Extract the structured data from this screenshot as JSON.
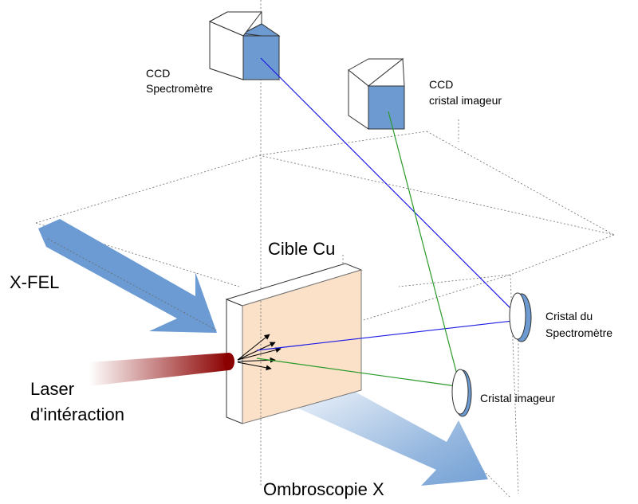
{
  "labels": {
    "ccd_spectrometre": [
      "CCD",
      "Spectromètre"
    ],
    "ccd_cristal_imageur": [
      "CCD",
      "cristal imageur"
    ],
    "cible": "Cible Cu",
    "xfel": "X-FEL",
    "laser": [
      "Laser",
      "d'intéraction"
    ],
    "cristal_spectrometre": [
      "Cristal du",
      "Spectromètre"
    ],
    "cristal_imageur": "Cristal imageur",
    "ombroscopie": "Ombroscopie X"
  },
  "colors": {
    "spectrometer_ray": "#1a1ae6",
    "imager_ray": "#2a9a2a",
    "xfel_beam": "#6b9bd2",
    "laser_beam": "#8b0000",
    "target_face": "#fbe1c8",
    "ccd_face": "#6d9bd1",
    "crystal": "#6d9bd1"
  }
}
